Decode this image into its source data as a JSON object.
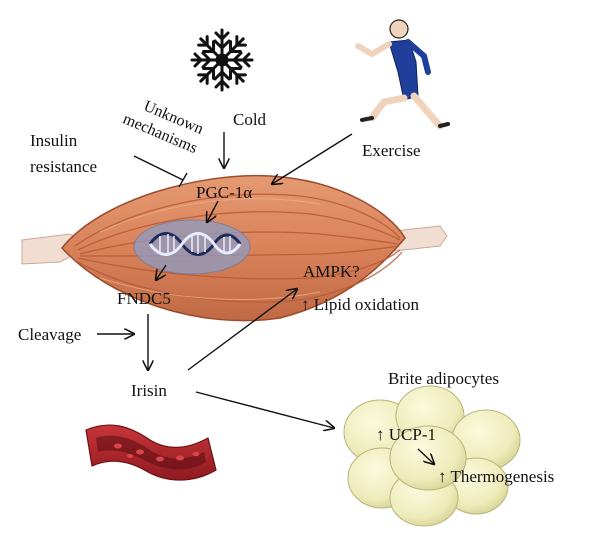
{
  "diagram": {
    "labels": {
      "cold": "Cold",
      "unknown_line1": "Unknown",
      "unknown_line2": "mechanisms",
      "insulin_line1": "Insulin",
      "insulin_line2": "resistance",
      "exercise": "Exercise",
      "pgc1a": "PGC-1α",
      "fndc5": "FNDC5",
      "ampk": "AMPK?",
      "lipid": "↑ Lipid oxidation",
      "cleavage": "Cleavage",
      "irisin": "Irisin",
      "brite": "Brite adipocytes",
      "ucp1": "↑ UCP-1",
      "thermogenesis": "↑ Thermogenesis"
    },
    "icons": {
      "snowflake": "snowflake-icon",
      "runner": "runner-icon",
      "muscle": "muscle-fiber-illustration",
      "dna": "dna-icon",
      "blood_vessel": "blood-vessel-illustration",
      "adipocytes": "adipocyte-cluster-illustration"
    },
    "colors": {
      "muscle": "#d9825a",
      "muscle_dark": "#b55a38",
      "tendon": "#f1ddd2",
      "runner": "#1f3f9a",
      "vessel": "#b3262b",
      "adipocyte": "#eeecba",
      "nucleus": "#8d9cc4"
    }
  }
}
